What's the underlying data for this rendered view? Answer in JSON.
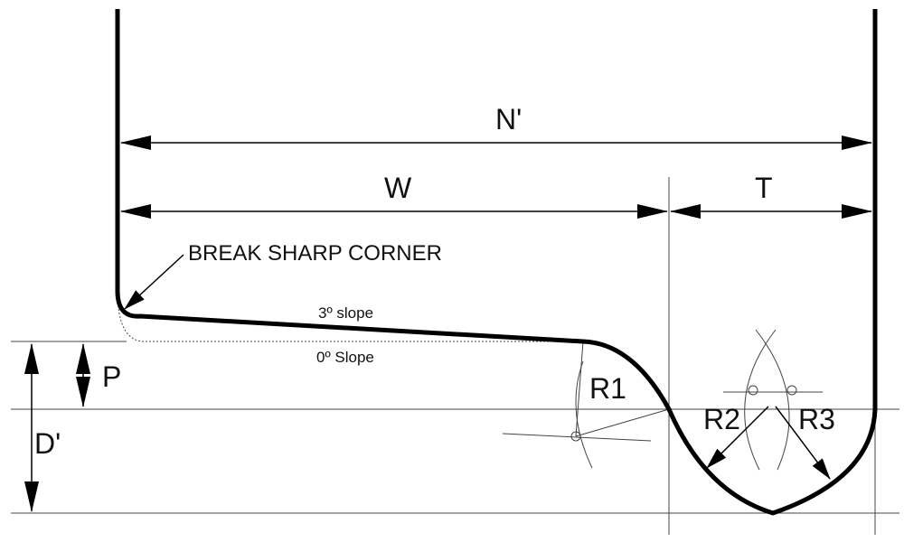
{
  "diagram": {
    "labels": {
      "n_prime": "N'",
      "w": "W",
      "t": "T",
      "break_sharp_corner": "BREAK SHARP CORNER",
      "slope_3": "3º slope",
      "slope_0": "0º Slope",
      "p": "P",
      "d_prime": "D'",
      "r1": "R1",
      "r2": "R2",
      "r3": "R3"
    }
  }
}
